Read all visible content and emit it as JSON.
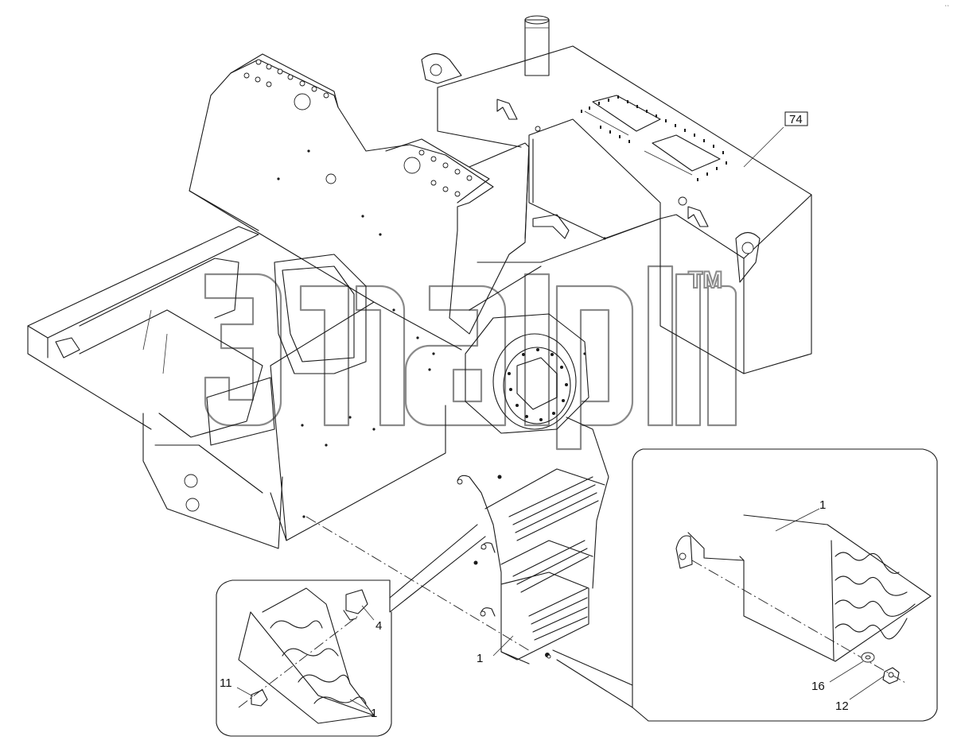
{
  "watermark": {
    "trademark": "TM"
  },
  "corner_mark": "ﾟﾟ",
  "callouts": [
    {
      "id": "callout-74",
      "text": "74",
      "boxed": true
    },
    {
      "id": "callout-1-main",
      "text": "1"
    },
    {
      "id": "callout-1-right-detail",
      "text": "1"
    },
    {
      "id": "callout-16",
      "text": "16"
    },
    {
      "id": "callout-12",
      "text": "12"
    },
    {
      "id": "callout-4",
      "text": "4"
    },
    {
      "id": "callout-11",
      "text": "11"
    },
    {
      "id": "callout-1-left-detail",
      "text": "1"
    }
  ]
}
